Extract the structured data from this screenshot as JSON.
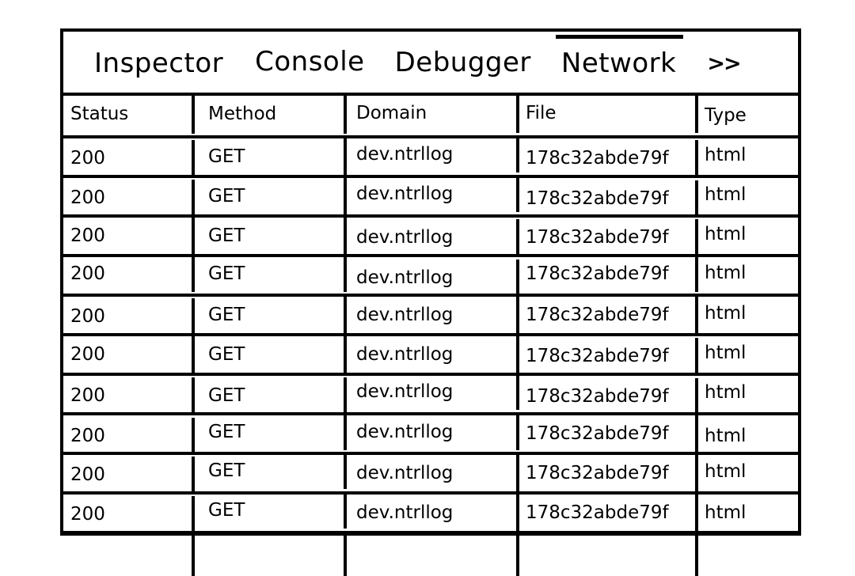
{
  "devtools": {
    "tabs": [
      {
        "label": "Inspector",
        "selected": false
      },
      {
        "label": "Console",
        "selected": false
      },
      {
        "label": "Debugger",
        "selected": false
      },
      {
        "label": "Network",
        "selected": true
      }
    ],
    "overflow_label": ">>",
    "overflow_icon": "double-chevron-right-icon"
  },
  "network_table": {
    "columns": [
      "Status",
      "Method",
      "Domain",
      "File",
      "Type"
    ],
    "rows": [
      {
        "status": "200",
        "method": "GET",
        "domain": "dev.ntrllog",
        "file": "178c32abde79f",
        "type": "html"
      },
      {
        "status": "200",
        "method": "GET",
        "domain": "dev.ntrllog",
        "file": "178c32abde79f",
        "type": "html"
      },
      {
        "status": "200",
        "method": "GET",
        "domain": "dev.ntrllog",
        "file": "178c32abde79f",
        "type": "html"
      },
      {
        "status": "200",
        "method": "GET",
        "domain": "dev.ntrllog",
        "file": "178c32abde79f",
        "type": "html"
      },
      {
        "status": "200",
        "method": "GET",
        "domain": "dev.ntrllog",
        "file": "178c32abde79f",
        "type": "html"
      },
      {
        "status": "200",
        "method": "GET",
        "domain": "dev.ntrllog",
        "file": "178c32abde79f",
        "type": "html"
      },
      {
        "status": "200",
        "method": "GET",
        "domain": "dev.ntrllog",
        "file": "178c32abde79f",
        "type": "html"
      },
      {
        "status": "200",
        "method": "GET",
        "domain": "dev.ntrllog",
        "file": "178c32abde79f",
        "type": "html"
      },
      {
        "status": "200",
        "method": "GET",
        "domain": "dev.ntrllog",
        "file": "178c32abde79f",
        "type": "html"
      },
      {
        "status": "200",
        "method": "GET",
        "domain": "dev.ntrllog",
        "file": "178c32abde79f",
        "type": "html"
      },
      {
        "status": "",
        "method": "",
        "domain": "",
        "file": "",
        "type": ""
      }
    ]
  },
  "colors": {
    "ink": "#000000",
    "paper": "#ffffff"
  }
}
